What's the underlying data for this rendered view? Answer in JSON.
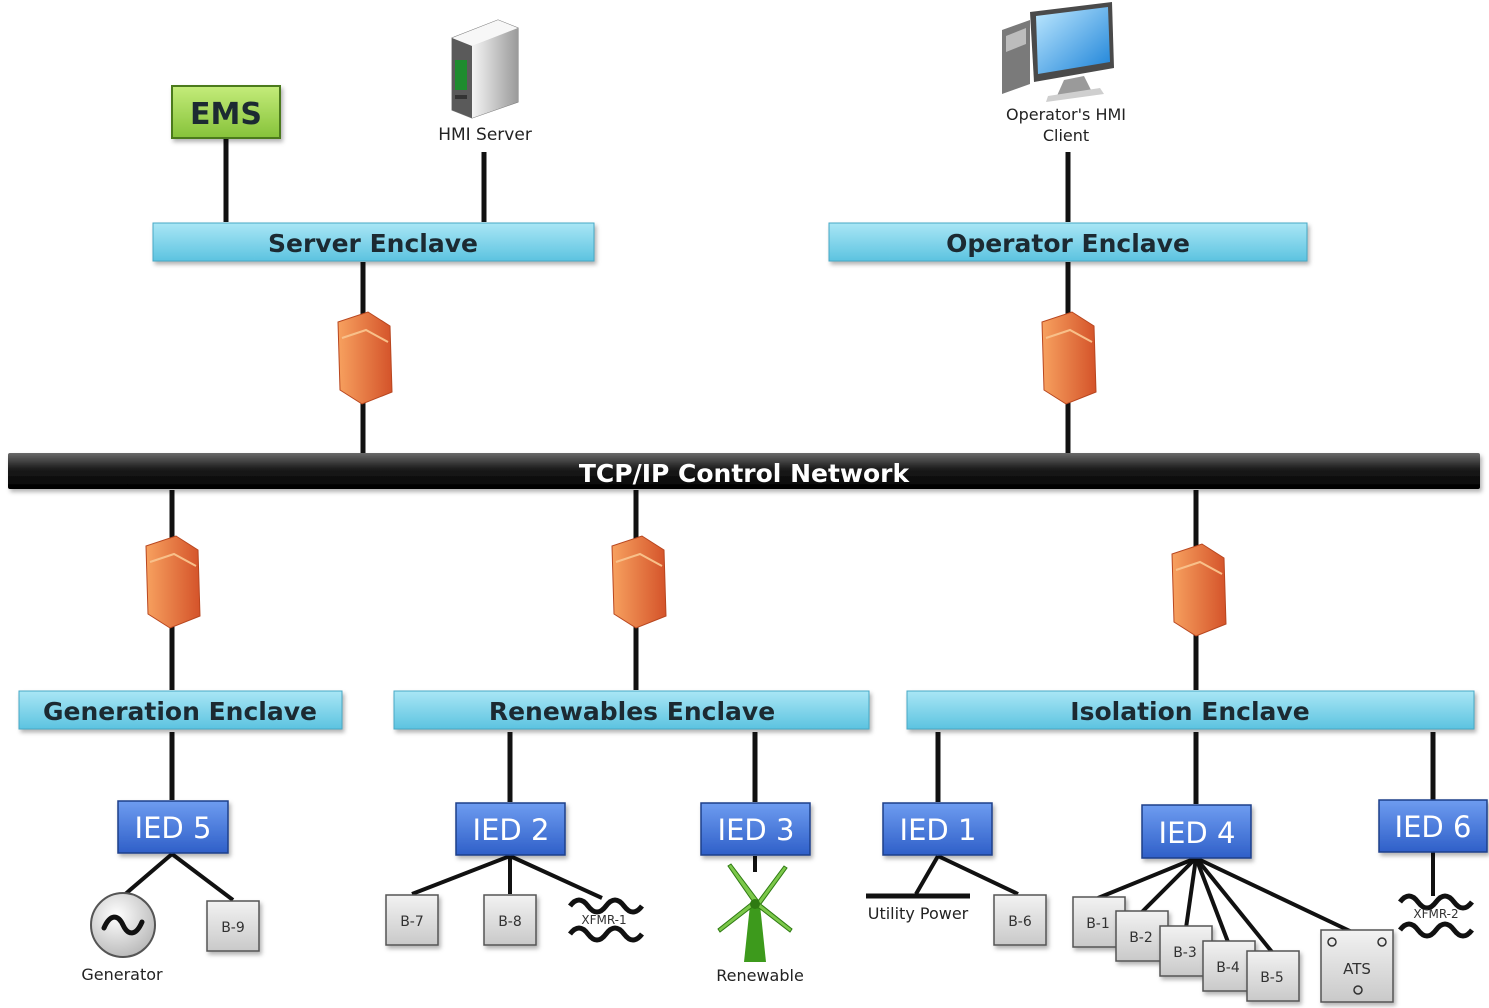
{
  "nodes": {
    "ems": "EMS",
    "hmi_server": "HMI Server",
    "hmi_client_line1": "Operator's HMI",
    "hmi_client_line2": "Client",
    "server_enclave": "Server Enclave",
    "operator_enclave": "Operator Enclave",
    "network": "TCP/IP Control Network",
    "generation_enclave": "Generation Enclave",
    "renewables_enclave": "Renewables Enclave",
    "isolation_enclave": "Isolation Enclave"
  },
  "ieds": {
    "ied5": "IED 5",
    "ied2": "IED 2",
    "ied3": "IED 3",
    "ied1": "IED 1",
    "ied4": "IED 4",
    "ied6": "IED 6"
  },
  "devices": {
    "generator": "Generator",
    "b9": "B-9",
    "b7": "B-7",
    "b8": "B-8",
    "xfmr1": "XFMR-1",
    "renewable": "Renewable",
    "utility_power": "Utility Power",
    "b6": "B-6",
    "b1": "B-1",
    "b2": "B-2",
    "b3": "B-3",
    "b4": "B-4",
    "b5": "B-5",
    "ats": "ATS",
    "xfmr2": "XFMR-2"
  },
  "colors": {
    "enclave": "#7fd4ea",
    "ied": "#3f73d6",
    "ems": "#9bd14a",
    "network": "#1f1f1f",
    "firewall": "#e9703a"
  }
}
